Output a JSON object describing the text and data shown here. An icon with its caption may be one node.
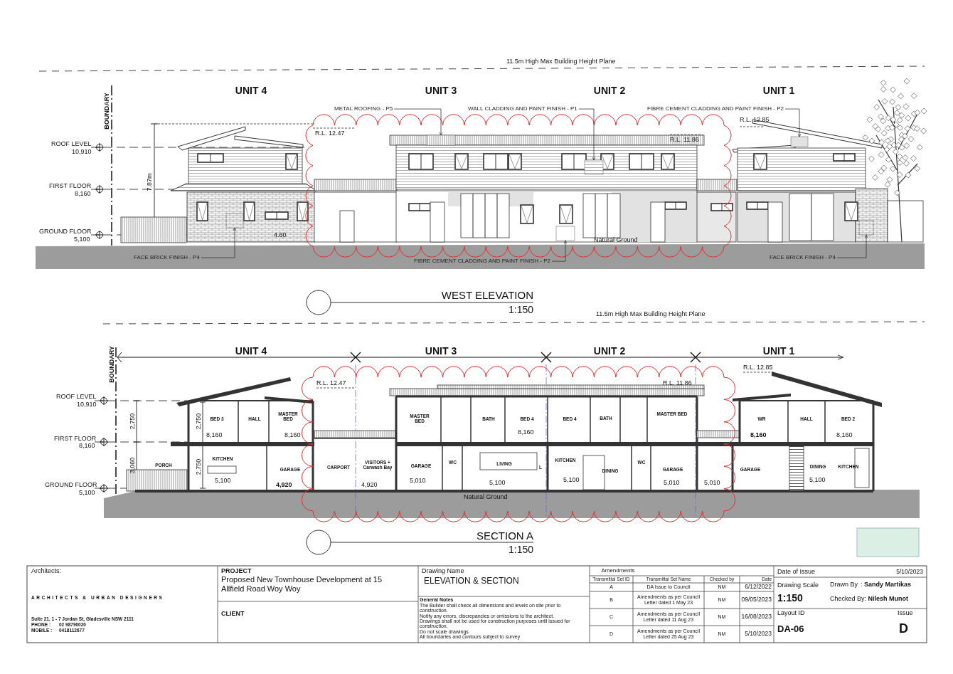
{
  "diagram": {
    "nodes": [
      {
        "text": [
          "METAL ROOFING - P5"
        ]
      },
      {
        "text": [
          "WALL CLADDING AND PAINT FINISH - P1"
        ]
      },
      {
        "text": [
          "FIBRE CEMENT CLADDING AND PAINT FINISH - P2"
        ]
      },
      {
        "text": [
          "FACE BRICK FINISH - P4"
        ]
      },
      {
        "text": [
          "FIBRE CEMENT CLADDING AND PAINT FINISH - P2"
        ]
      },
      {
        "text": [
          "FACE BRICK FINISH - P4"
        ]
      },
      {
        "text": [],
        "shape": "box"
      },
      {
        "text": [],
        "shape": "box"
      },
      {
        "text": [],
        "shape": "box"
      },
      {
        "text": [],
        "shape": "box"
      },
      {
        "text": [],
        "shape": "box"
      },
      {
        "text": [],
        "shape": "box"
      }
    ],
    "edges": [
      {
        "from": 0,
        "to": 6,
        "arrow": "to"
      },
      {
        "from": 1,
        "to": 7,
        "arrow": "to"
      },
      {
        "from": 2,
        "to": 8,
        "arrow": "to"
      },
      {
        "from": 3,
        "to": 9,
        "arrow": "to"
      },
      {
        "from": 4,
        "to": 10,
        "arrow": "to"
      },
      {
        "from": 5,
        "to": 11,
        "arrow": "to"
      }
    ],
    "labels": [
      "11.5m High Max Building Height Plane",
      "UNIT 4",
      "UNIT 3",
      "UNIT 2",
      "UNIT 1",
      "BOUNDARY",
      "R.L. 12.47",
      "R.L. 11.86",
      "R.L. 12.85",
      "ROOF LEVEL",
      "10,910",
      "FIRST FLOOR",
      "8,160",
      "GROUND FLOOR",
      "5,100",
      "7.87m",
      "4.60",
      "Natural Ground",
      "WEST ELEVATION",
      "1:150",
      "11.5m High Max Building Height Plane",
      "UNIT 4",
      "UNIT 3",
      "UNIT 2",
      "UNIT 1",
      "BOUNDARY",
      "R.L. 12.47",
      "R.L. 12.85",
      "R.L. 11.86",
      "ROOF LEVEL",
      "10,910",
      "FIRST FLOOR",
      "8,160",
      "GROUND FLOOR",
      "5,100",
      "2,750",
      "3,060",
      "2,750",
      "2,750",
      "BED 3",
      "HALL",
      "MASTER BED",
      "8,160",
      "8,160",
      "MASTER BED",
      "BATH",
      "BED 4",
      "8,160",
      "BED 4",
      "BATH",
      "MASTER BED",
      "WR",
      "8,160",
      "HALL",
      "BED 2",
      "8,160",
      "PORCH",
      "KITCHEN",
      "GARAGE",
      "CARPORT",
      "VISITORS + Carwash Bay",
      "GARAGE",
      "WC",
      "LIVING",
      "L",
      "KITCHEN",
      "DINING",
      "WC",
      "GARAGE",
      "GARAGE",
      "DINING",
      "KITCHEN",
      "5,100",
      "4,920",
      "4,920",
      "5,010",
      "5,100",
      "5,100",
      "5,010",
      "5,010",
      "5,100",
      "Natural Ground",
      "SECTION A",
      "1:150",
      "Architects:",
      "ARCHITECTS & URBAN DESIGNERS",
      "Suite 21, 1 - 7 Jordan St, Gladesville NSW 2111",
      "PHONE :",
      "02 98790020",
      "MOBILE :",
      "0418112677",
      "PROJECT",
      "Proposed New Townhouse Development at 15 Allfield Road Woy Woy",
      "CLIENT",
      "Drawing Name",
      "ELEVATION & SECTION",
      "General Notes",
      "The Builder shall check all dimensions and levels on site prior to construction.",
      "Notify any errors, discrepancies or omissions to the architect.",
      "Drawings shall not be used for construction purposes until issued for construction.",
      "Do not scale drawings.",
      "All boundaries and contours subject to survey",
      "Amendments",
      "Transmittal Set ID",
      "Transmittal Set Name",
      "Checked by",
      "Date",
      "A",
      "DA Issue to Council",
      "NM",
      "6/12/2022",
      "B",
      "Amendments as per Council Letter dated 1 May 23",
      "NM",
      "09/05/2023",
      "C",
      "Amendments as per Council Letter dated 11 Aug 23",
      "NM",
      "16/08/2023",
      "D",
      "Amendments as per Council Letter dated 25 Aug 23",
      "NM",
      "5/10/2023",
      "Date of Issue",
      "5/10/2023",
      "Drawing Scale",
      "Drawn By",
      ": **Sandy Martikas**",
      "1:150",
      "Checked By: **Nilesh Munot**",
      "Layout ID",
      "Issue",
      "DA-06",
      "D"
    ]
  }
}
